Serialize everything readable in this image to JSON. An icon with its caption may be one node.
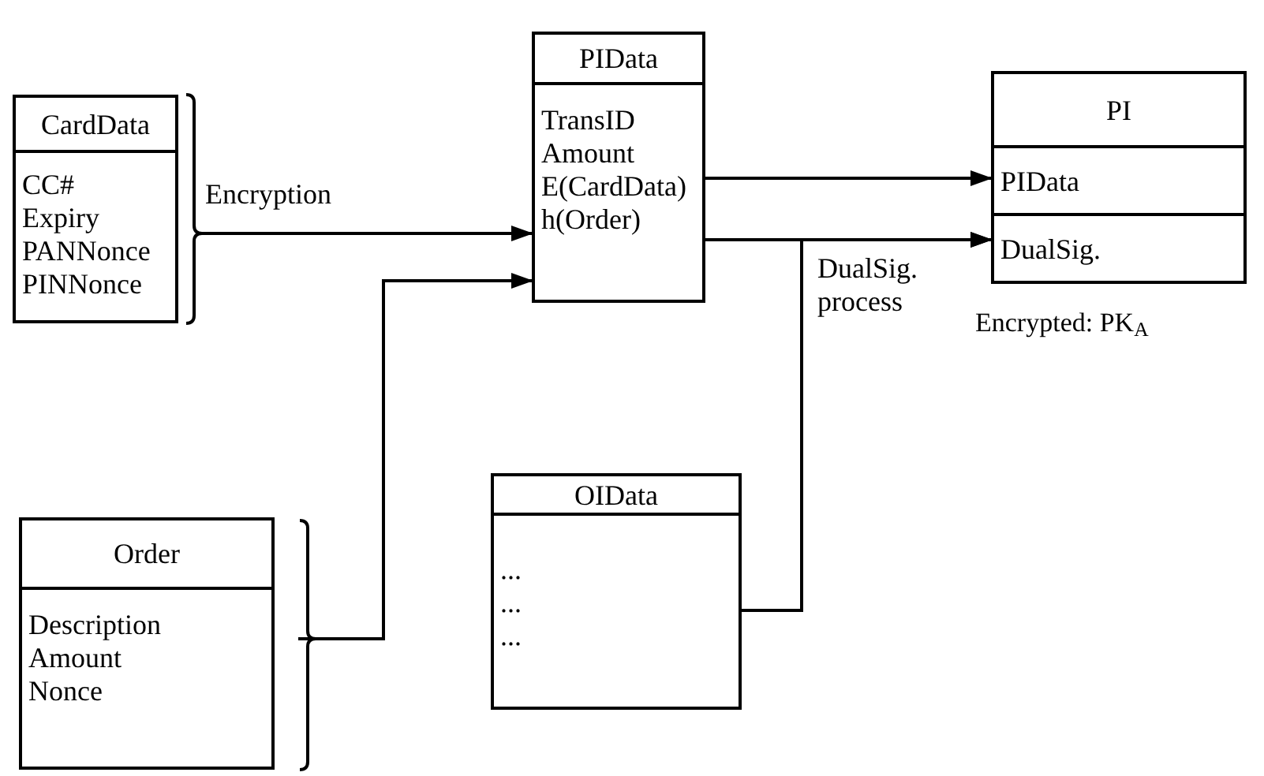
{
  "diagram": {
    "nodes": [
      {
        "text": [
          "CardData",
          "CC#",
          "Expiry",
          "PANNonce",
          "PINNonce"
        ]
      },
      {
        "text": [
          "PIData",
          "TransID",
          "Amount",
          "E(CardData)",
          "h(Order)"
        ]
      },
      {
        "text": [
          "PI"
        ],
        "beside": [
          "Encrypted: PK$_{A}$"
        ]
      },
      {
        "text": [
          "PIData"
        ],
        "in": 2
      },
      {
        "text": [
          "DualSig."
        ],
        "in": 2
      },
      {
        "text": [
          "OIData",
          "...",
          "...",
          "..."
        ]
      },
      {
        "text": [
          "Order",
          "Description",
          "Amount",
          "Nonce"
        ]
      }
    ],
    "edges": [
      {
        "from": 0,
        "to": 1,
        "arrow": "to",
        "label": "Encryption"
      },
      {
        "from": 6,
        "to": 1,
        "arrow": "to"
      },
      {
        "from": 1,
        "to": 3,
        "arrow": "to"
      },
      {
        "from": 1,
        "to": 4,
        "arrow": "to"
      },
      {
        "from": 5,
        "to": 4,
        "arrow": "to",
        "label": "DualSig. process"
      }
    ]
  }
}
